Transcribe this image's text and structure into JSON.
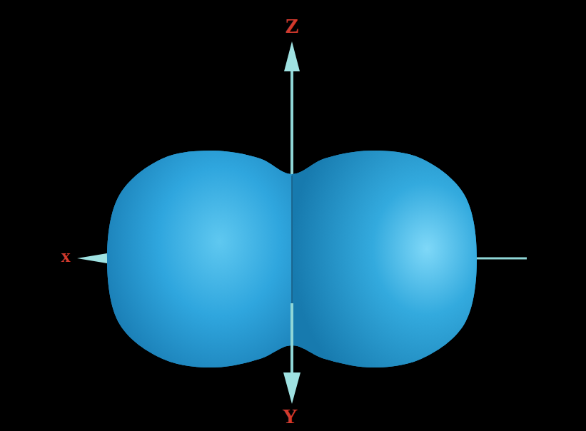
{
  "diagram": {
    "labels": [
      "Z",
      "x",
      "Y"
    ]
  }
}
